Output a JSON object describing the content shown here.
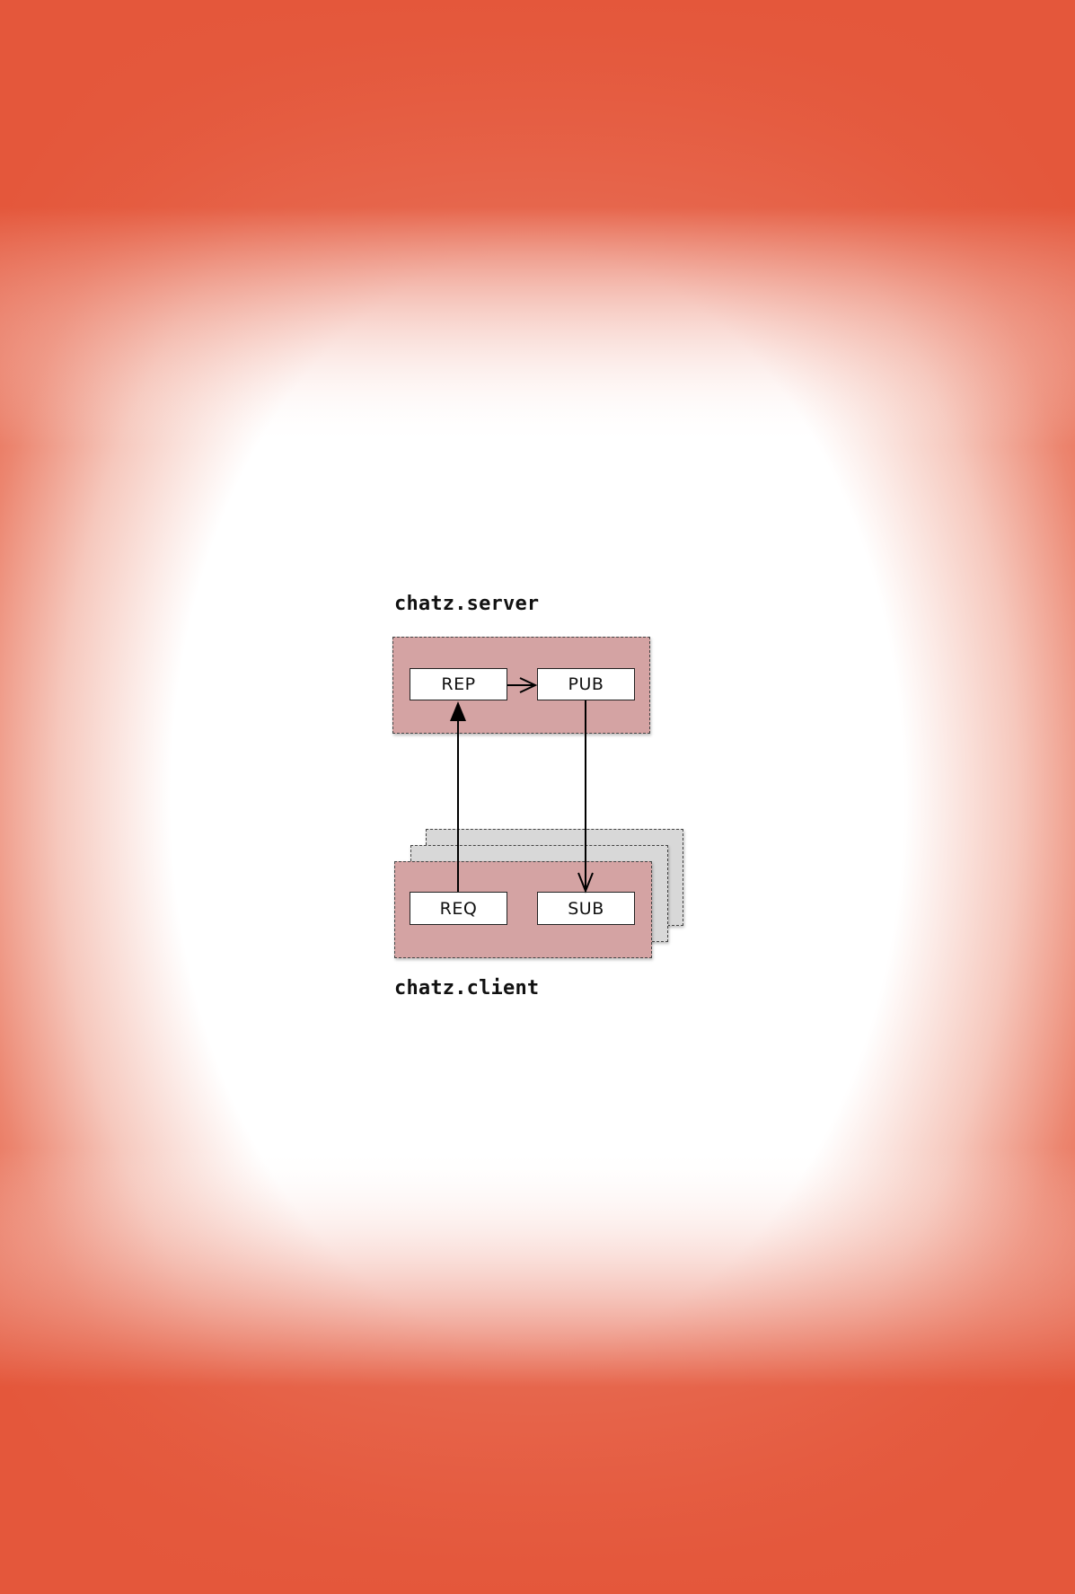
{
  "colors": {
    "background_edge": "#e4573b",
    "background_center": "#ffffff",
    "group_fill": "#d4a3a3",
    "stack_fill": "#d8d8d8",
    "socket_fill": "#ffffff"
  },
  "server": {
    "title": "chatz.server",
    "rep_label": "REP",
    "pub_label": "PUB"
  },
  "client": {
    "title": "chatz.client",
    "req_label": "REQ",
    "sub_label": "SUB"
  },
  "links": [
    {
      "from": "REP",
      "to": "PUB",
      "arrow": "open"
    },
    {
      "from": "PUB",
      "to": "SUB",
      "arrow": "open"
    },
    {
      "from": "REQ",
      "to": "REP",
      "arrow": "filled"
    }
  ]
}
